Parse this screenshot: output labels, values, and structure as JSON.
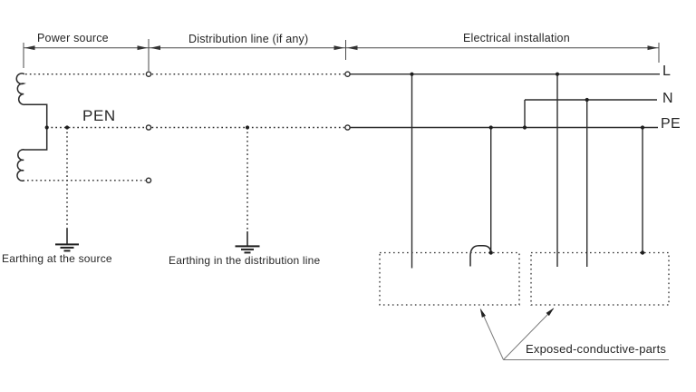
{
  "diagram": {
    "title_sections": [
      {
        "label": "Power source"
      },
      {
        "label": "Distribution line (if any)"
      },
      {
        "label": "Electrical installation"
      }
    ],
    "conductors": {
      "pen": "PEN",
      "line": "L",
      "neutral": "N",
      "protective_earth": "PE"
    },
    "captions": {
      "earthing_source": "Earthing at the source",
      "earthing_distribution": "Earthing in the distribution line",
      "exposed_parts": "Exposed-conductive-parts"
    },
    "symbols": [
      "source-winding-coil",
      "earth-ground-symbol",
      "open-terminal-circle",
      "junction-dot",
      "exposed-conductive-part-box",
      "dimension-arrow"
    ],
    "colors": {
      "line": "#2d2d2d",
      "dimension": "#4a4a4a",
      "callout": "#7a7a7a",
      "text": "#262626",
      "background": "#ffffff"
    }
  }
}
